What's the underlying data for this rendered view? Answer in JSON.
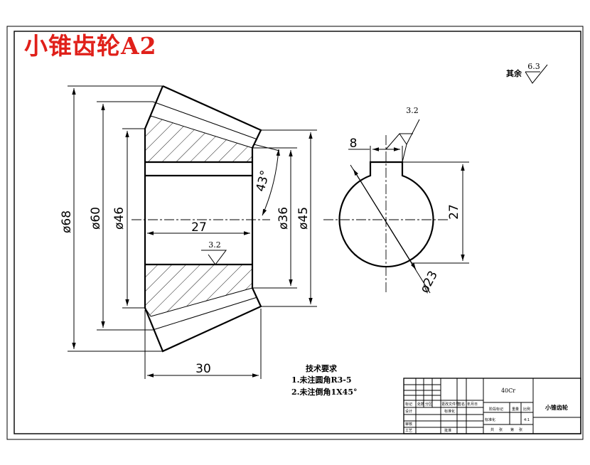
{
  "title_stamp": "小锥齿轮A2",
  "roughness_general": {
    "label": "其余",
    "value": "6.3"
  },
  "roughness_keyway": "3.2",
  "roughness_bore": "3.2",
  "dimensions": {
    "d68": "ø68",
    "d60": "ø60",
    "d46": "ø46",
    "d36": "ø36",
    "d45": "ø45",
    "len27": "27",
    "len30": "30",
    "angle43": "43°",
    "keyway_width": "8",
    "keyway_depth": "27",
    "bore_d23": "ø23"
  },
  "tech_requirements": {
    "heading": "技术要求",
    "items": [
      "1.未注圆角R3-5",
      "2.未注倒角1X45°"
    ]
  },
  "title_block": {
    "material": "40Cr",
    "part_name": "小锥齿轮",
    "scale_row": "标准化",
    "scale_value": "4:1",
    "stage_labels": [
      "阶段标记",
      "重量",
      "比例"
    ],
    "sheet_row": [
      "共",
      "张",
      "第",
      "张"
    ],
    "row_labels": [
      "标记",
      "处数",
      "分区",
      "更改文件号",
      "签名",
      "年月日"
    ],
    "designer_row": [
      "设计",
      "标准化"
    ],
    "checker_row": [
      "审核"
    ],
    "process_row": [
      "工艺",
      "批准"
    ]
  }
}
